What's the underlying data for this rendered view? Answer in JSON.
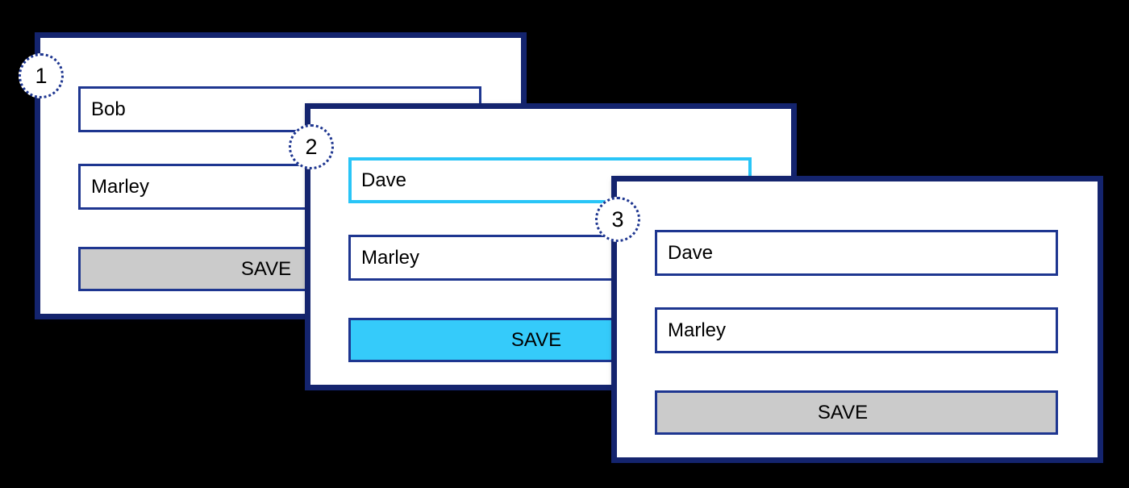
{
  "background_color": "#000000",
  "colors": {
    "panel_border": "#14246e",
    "panel_background": "#ffffff",
    "input_border": "#1e3690",
    "focused_input_border": "#29c5f7",
    "active_button_fill": "#35cbfa",
    "inactive_button_fill": "#cbcbcb",
    "text": "#000000"
  },
  "panels": [
    {
      "step": "1",
      "fields": [
        {
          "value": "Bob",
          "state": "default"
        },
        {
          "value": "Marley",
          "state": "default"
        }
      ],
      "button": {
        "label": "SAVE",
        "state": "inactive"
      }
    },
    {
      "step": "2",
      "fields": [
        {
          "value": "Dave",
          "state": "focused"
        },
        {
          "value": "Marley",
          "state": "default"
        }
      ],
      "button": {
        "label": "SAVE",
        "state": "active"
      }
    },
    {
      "step": "3",
      "fields": [
        {
          "value": "Dave",
          "state": "default"
        },
        {
          "value": "Marley",
          "state": "default"
        }
      ],
      "button": {
        "label": "SAVE",
        "state": "inactive"
      }
    }
  ]
}
